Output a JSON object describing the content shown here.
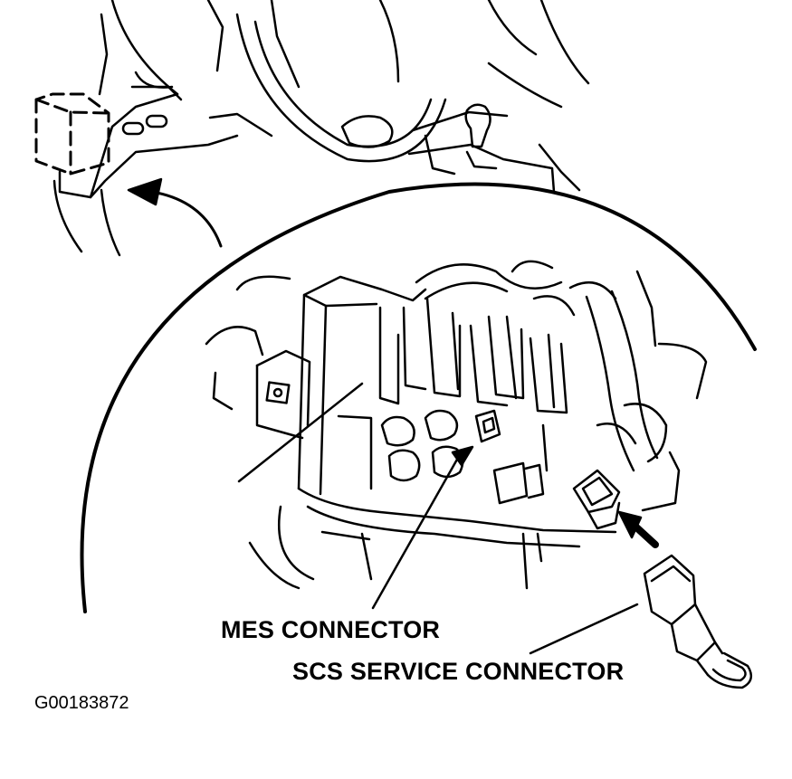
{
  "labels": {
    "mes_connector": "MES CONNECTOR",
    "scs_service_connector": "SCS SERVICE CONNECTOR"
  },
  "figure_id": "G00183872",
  "colors": {
    "ink": "#000000",
    "paper": "#ffffff"
  }
}
